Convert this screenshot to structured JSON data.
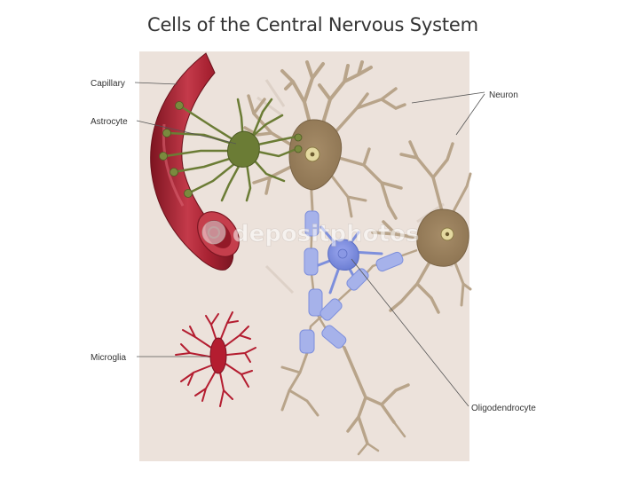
{
  "title": "Cells of the Central Nervous System",
  "labels": {
    "capillary": "Capillary",
    "astrocyte": "Astrocyte",
    "neuron": "Neuron",
    "microglia": "Microglia",
    "oligodendrocyte": "Oligodendrocyte"
  },
  "watermark": "depositphotos",
  "colors": {
    "panel_background": "#ece2db",
    "capillary": "#a82232",
    "astrocyte": "#6b7c35",
    "neuron": "#b8a48a",
    "neuron_nucleus": "#e4d9a0",
    "microglia": "#b41d30",
    "oligodendrocyte": "#7d8fdc",
    "myelin": "#a6b2ea"
  }
}
